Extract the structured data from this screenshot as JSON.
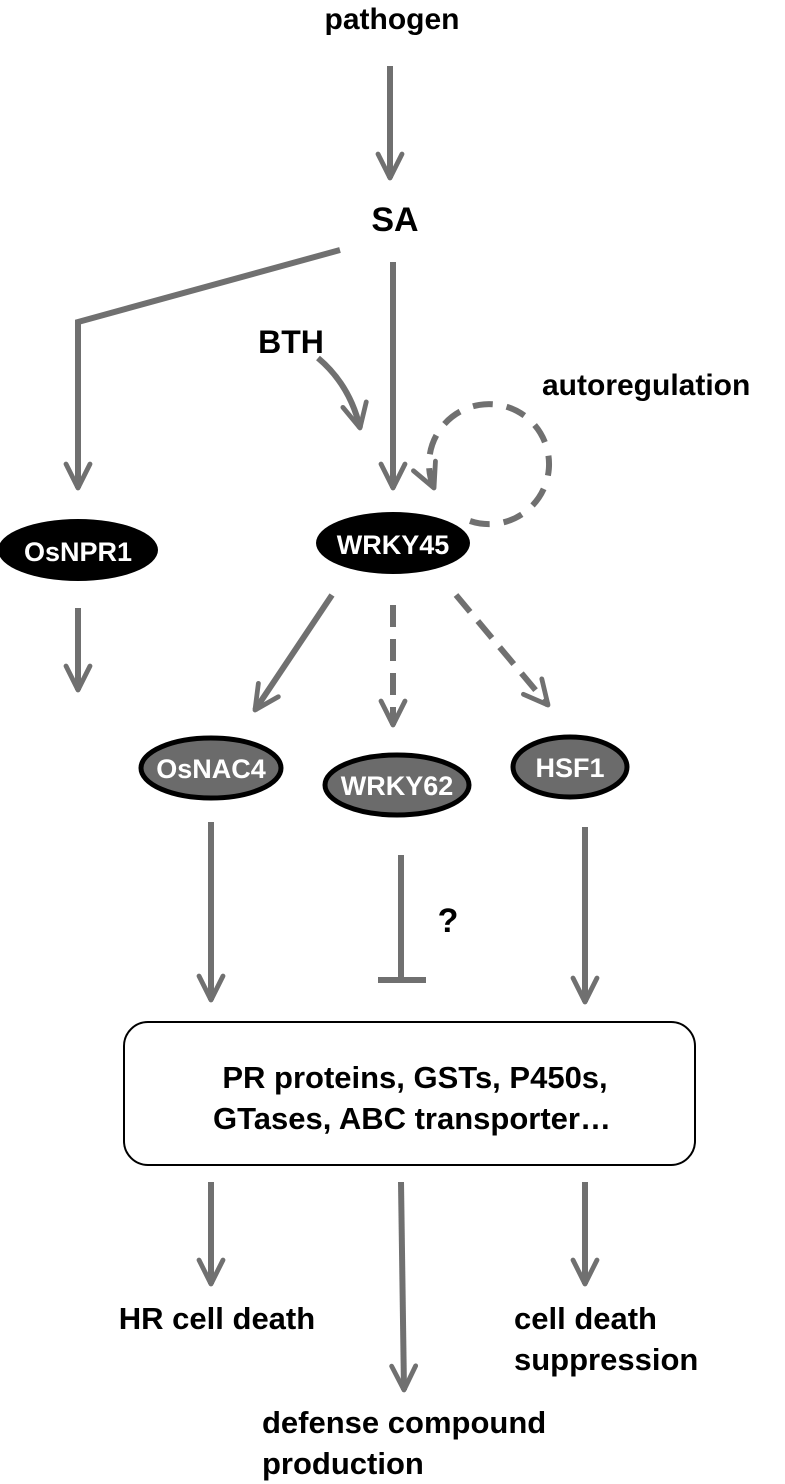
{
  "colors": {
    "arrow": "#707070",
    "node_black": "#000000",
    "node_gray": "#6b6b6b",
    "text": "#000000",
    "node_text": "#ffffff"
  },
  "labels": {
    "pathogen": "pathogen",
    "sa": "SA",
    "bth": "BTH",
    "autoregulation": "autoregulation",
    "question": "?",
    "hr_cell_death": "HR cell death",
    "cell_death_line1": "cell death",
    "cell_death_line2": "suppression",
    "defense_line1": "defense compound",
    "defense_line2": "production"
  },
  "nodes": {
    "osnpr1": "OsNPR1",
    "wrky45": "WRKY45",
    "osnac4": "OsNAC4",
    "wrky62": "WRKY62",
    "hsf1": "HSF1"
  },
  "box": {
    "line1": "PR proteins, GSTs, P450s,",
    "line2": "GTases, ABC transporter…"
  }
}
